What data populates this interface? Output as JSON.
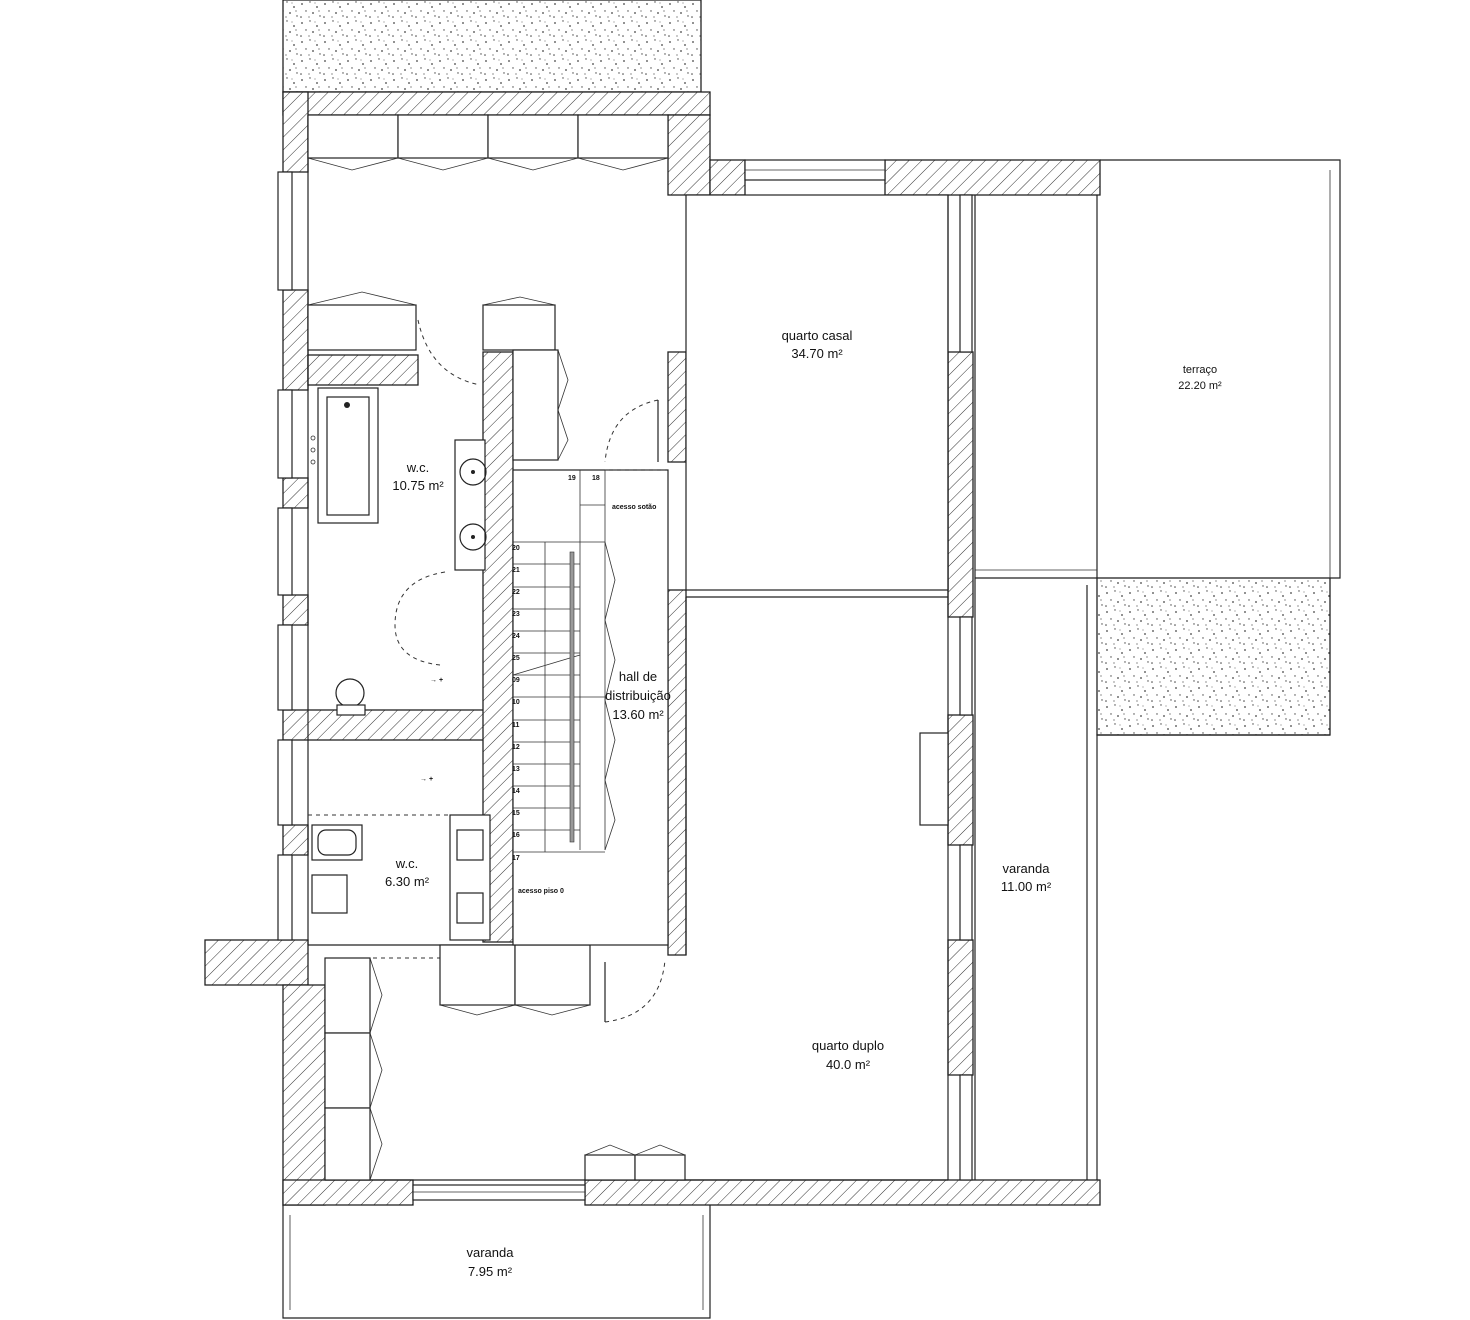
{
  "rooms": {
    "wc_large": {
      "name": "w.c.",
      "area": "10.75 m²"
    },
    "wc_small": {
      "name": "w.c.",
      "area": "6.30 m²"
    },
    "hall": {
      "name_line1": "hall de",
      "name_line2": "distribuição",
      "area": "13.60 m²"
    },
    "quarto_casal": {
      "name": "quarto casal",
      "area": "34.70 m²"
    },
    "quarto_duplo": {
      "name": "quarto duplo",
      "area": "40.0 m²"
    },
    "terraco": {
      "name": "terraço",
      "area": "22.20 m²"
    },
    "varanda_right": {
      "name": "varanda",
      "area": "11.00 m²"
    },
    "varanda_bottom": {
      "name": "varanda",
      "area": "7.95 m²"
    }
  },
  "stairs": {
    "landing_numbers": [
      "19",
      "18"
    ],
    "upper_steps": [
      "20",
      "21",
      "22",
      "23",
      "24",
      "25",
      "09"
    ],
    "lower_steps": [
      "10",
      "11",
      "12",
      "13",
      "14",
      "15",
      "16",
      "17"
    ],
    "access_attic": "acesso sotão",
    "access_ground": "acesso piso 0"
  }
}
